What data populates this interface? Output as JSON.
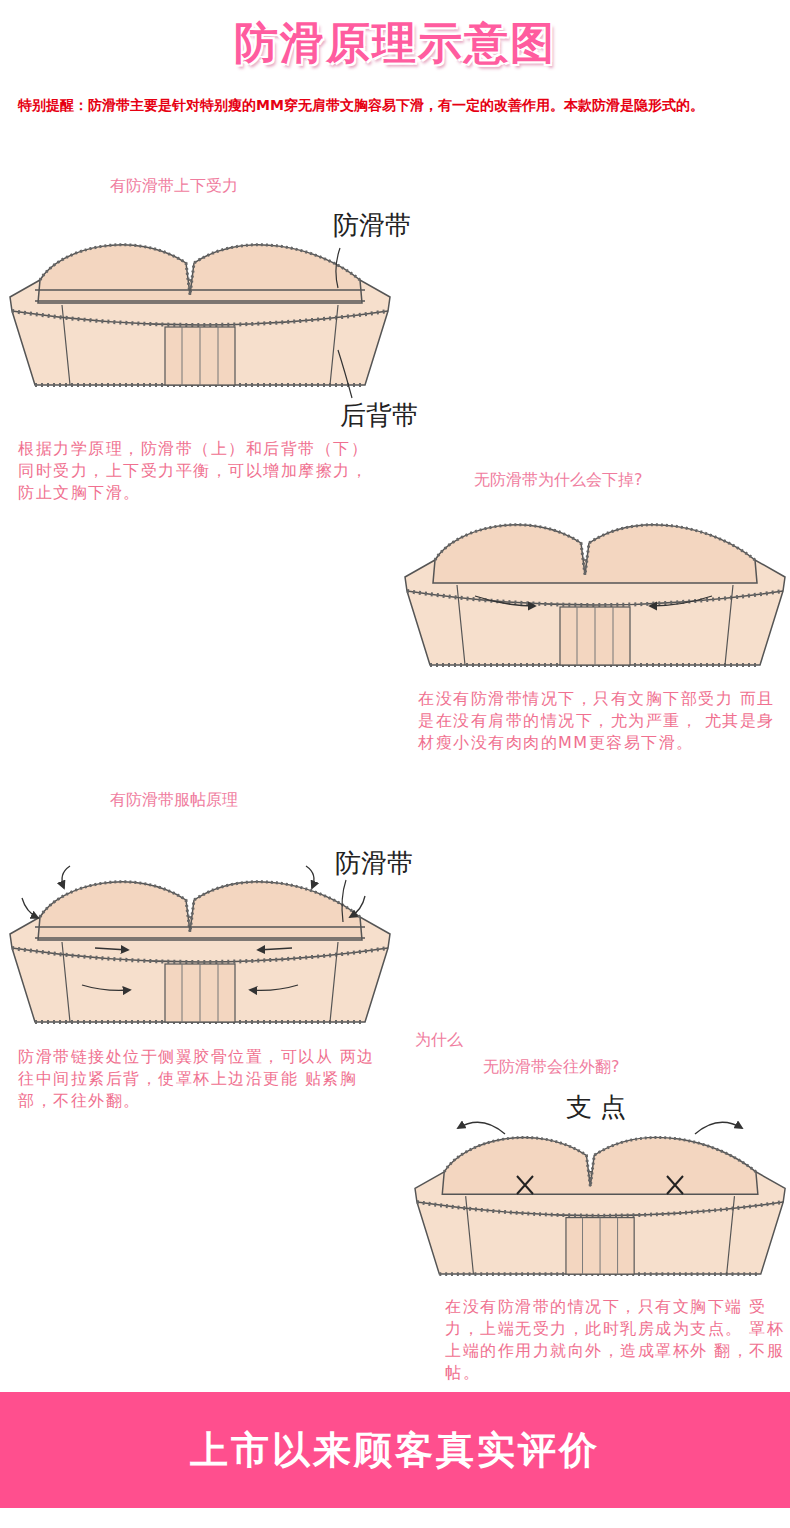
{
  "diagram": {
    "title": "防滑原理示意图",
    "nodes": [
      {
        "text": [
          "上市以来顾客真实评价"
        ]
      }
    ],
    "labels": [
      "特别提醒：防滑带主要是针对特别瘦的MM穿无肩带文胸容易下滑，有一定的改善作用。本款防滑是隐形式的。",
      "有防滑带上下受力",
      "防滑带",
      "后背带",
      "根据力学原理，防滑带（上）和后背带（下） 同时受力，上下受力平衡，可以增加摩擦力， 防止文胸下滑。",
      "无防滑带为什么会下掉?",
      "在没有防滑带情况下，只有文胸下部受力 而且是在没有肩带的情况下，尤为严重， 尤其是身材瘦小没有肉肉的MM更容易下滑。",
      "有防滑带服帖原理",
      "防滑带",
      "防滑带链接处位于侧翼胶骨位置，可以从 两边往中间拉紧后背，使罩杯上边沿更能 贴紧胸部，不往外翻。",
      "为什么",
      "无防滑带会往外翻?",
      "支点",
      "在没有防滑带的情况下，只有文胸下端 受力，上端无受力，此时乳房成为支点。 罩杯上端的作用力就向外，造成罩杯外 翻，不服帖。"
    ]
  }
}
